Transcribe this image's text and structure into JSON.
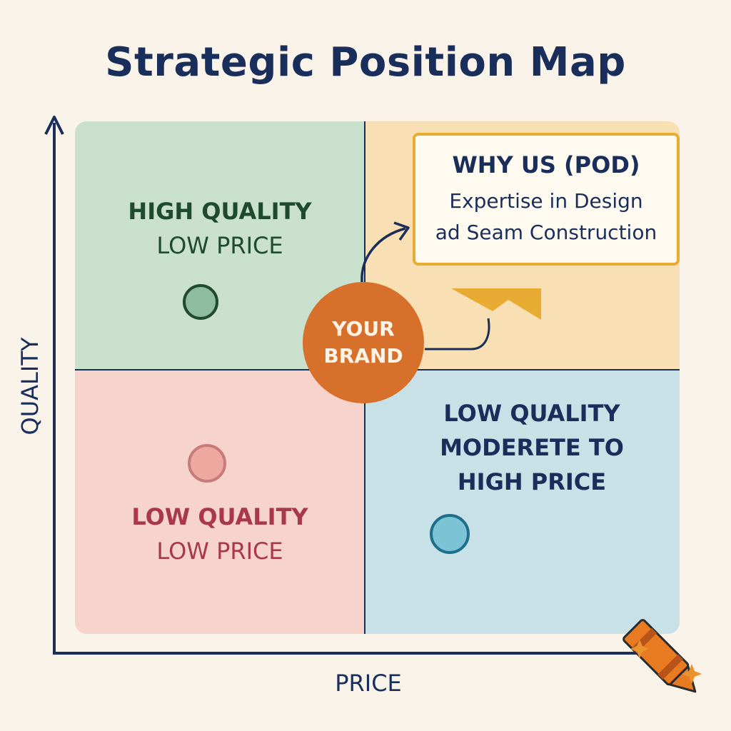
{
  "title": "Strategic Position Map",
  "axes": {
    "x_label": "PRICE",
    "y_label": "QUALITY"
  },
  "quadrants": {
    "top_left": {
      "line1": "HIGH QUALITY",
      "line2": "LOW PRICE",
      "color": "#c8e0cc",
      "text_color": "#1e4a2e"
    },
    "top_right": {
      "color": "#f9dfb4"
    },
    "bottom_left": {
      "line1": "LOW QUALITY",
      "line2": "LOW PRICE",
      "color": "#f6d4cc",
      "text_color": "#a8384a"
    },
    "bottom_right": {
      "line1": "LOW QUALITY",
      "line2": "MODERETE TO",
      "line3": "HIGH PRICE",
      "color": "#c8e1e6",
      "text_color": "#1a2e5c"
    }
  },
  "callout": {
    "title": "WHY US (POD)",
    "line1": "Expertise in Design",
    "line2": "ad Seam Construction",
    "border_color": "#e8ac32"
  },
  "brand": {
    "line1": "YOUR",
    "line2": "BRAND",
    "color": "#d7702b"
  },
  "icons": [
    "crayon-icon",
    "sparkle-icon",
    "flag-icon"
  ]
}
